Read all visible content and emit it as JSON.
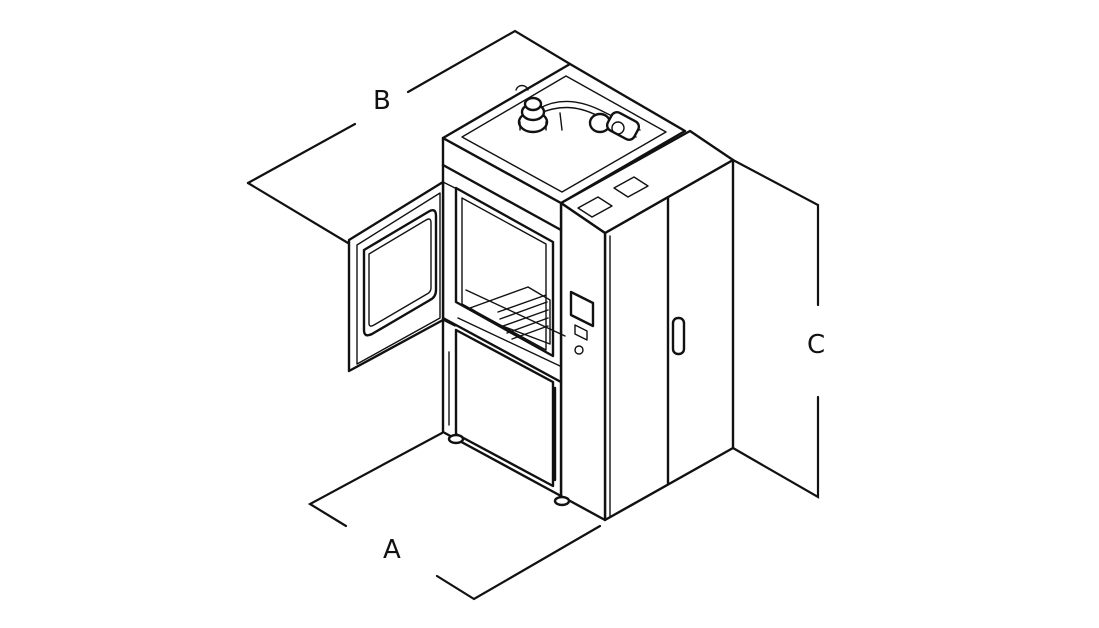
{
  "dimension_labels": {
    "a": "A",
    "b": "B",
    "c": "C"
  },
  "colors": {
    "line": "#111111",
    "background": "#ffffff"
  }
}
